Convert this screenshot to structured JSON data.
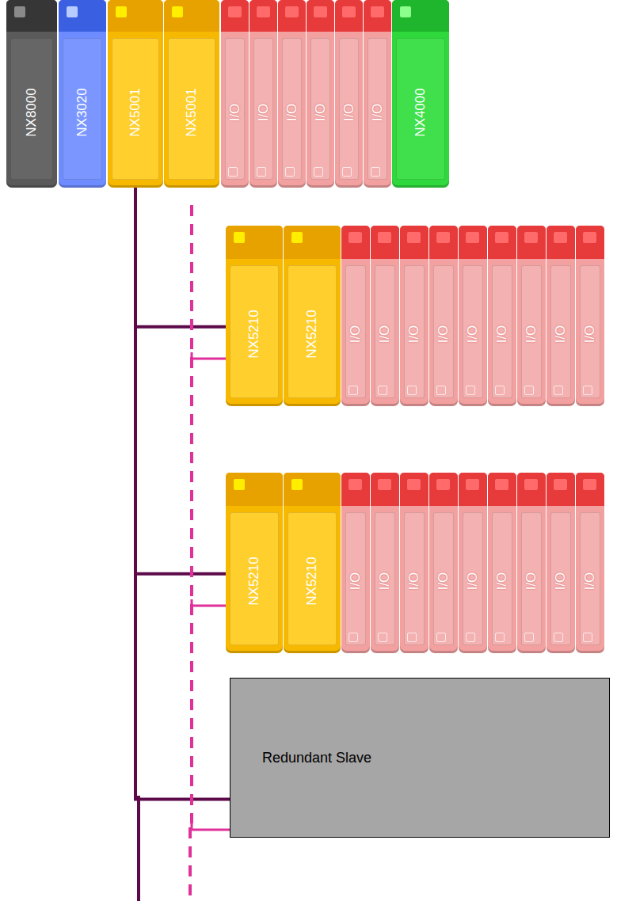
{
  "diagram": {
    "nodes": [
      {
        "text": [
          "NX8000"
        ]
      },
      {
        "text": [
          "NX3020"
        ]
      },
      {
        "text": [
          "NX5001"
        ]
      },
      {
        "text": [
          "NX5001"
        ]
      },
      {
        "text": [
          "I/O"
        ]
      },
      {
        "text": [
          "I/O"
        ]
      },
      {
        "text": [
          "I/O"
        ]
      },
      {
        "text": [
          "I/O"
        ]
      },
      {
        "text": [
          "I/O"
        ]
      },
      {
        "text": [
          "I/O"
        ]
      },
      {
        "text": [
          "NX4000"
        ]
      },
      {
        "text": [
          "NX5210"
        ]
      },
      {
        "text": [
          "NX5210"
        ]
      },
      {
        "text": [
          "I/O"
        ]
      },
      {
        "text": [
          "I/O"
        ]
      },
      {
        "text": [
          "I/O"
        ]
      },
      {
        "text": [
          "I/O"
        ]
      },
      {
        "text": [
          "I/O"
        ]
      },
      {
        "text": [
          "I/O"
        ]
      },
      {
        "text": [
          "I/O"
        ]
      },
      {
        "text": [
          "I/O"
        ]
      },
      {
        "text": [
          "I/O"
        ]
      },
      {
        "text": [
          "NX5210"
        ]
      },
      {
        "text": [
          "NX5210"
        ]
      },
      {
        "text": [
          "I/O"
        ]
      },
      {
        "text": [
          "I/O"
        ]
      },
      {
        "text": [
          "I/O"
        ]
      },
      {
        "text": [
          "I/O"
        ]
      },
      {
        "text": [
          "I/O"
        ]
      },
      {
        "text": [
          "I/O"
        ]
      },
      {
        "text": [
          "I/O"
        ]
      },
      {
        "text": [
          "I/O"
        ]
      },
      {
        "text": [
          "I/O"
        ]
      },
      {
        "text": [
          "Redundant Slave"
        ]
      }
    ],
    "edges": [
      {
        "from": 2,
        "to": 11,
        "arrow": "none"
      },
      {
        "from": 3,
        "to": 11,
        "arrow": "none"
      },
      {
        "from": 2,
        "to": 22,
        "arrow": "none"
      },
      {
        "from": 3,
        "to": 22,
        "arrow": "none"
      },
      {
        "from": 2,
        "to": 33,
        "arrow": "none"
      },
      {
        "from": 3,
        "to": 33,
        "arrow": "none"
      }
    ]
  }
}
